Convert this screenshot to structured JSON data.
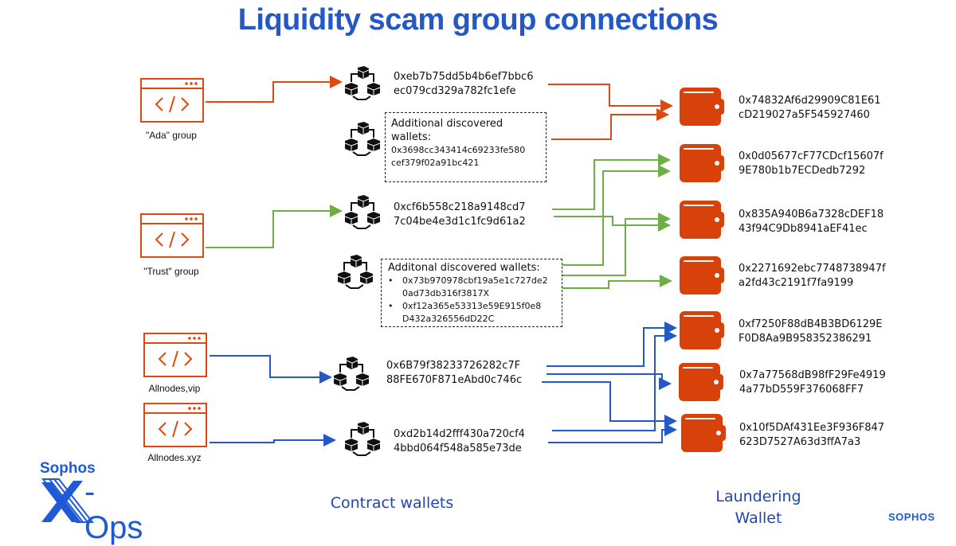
{
  "title": "Liquidity scam group connections",
  "colors": {
    "title": "#2458c6",
    "orange": "#dc4a12",
    "green": "#6fae44",
    "blue": "#2458c6",
    "wallet": "#d9410a",
    "contract_icon": "#111111"
  },
  "sources": [
    {
      "label": "\"Ada\" group",
      "icon": "code-window-icon"
    },
    {
      "label": "\"Trust\" group",
      "icon": "code-window-icon"
    },
    {
      "label": "Allnodes,vip",
      "icon": "code-window-icon"
    },
    {
      "label": "Allnodes.xyz",
      "icon": "code-window-icon"
    }
  ],
  "contracts": [
    {
      "line1": "0xeb7b75dd5b4b6ef7bbc6",
      "line2": "ec079cd329a782fc1efe",
      "icon": "blockchain-icon"
    },
    {
      "icon": "blockchain-icon"
    },
    {
      "line1": "0xcf6b558c218a9148cd7",
      "line2": "7c04be4e3d1c1fc9d61a2",
      "icon": "blockchain-icon"
    },
    {
      "icon": "blockchain-icon"
    },
    {
      "line1": "0x6B79f38233726282c7F",
      "line2": "88FE670F871eAbd0c746c",
      "icon": "blockchain-icon"
    },
    {
      "line1": "0xd2b14d2fff430a720cf4",
      "line2": "4bbd064f548a585e73de",
      "icon": "blockchain-icon"
    }
  ],
  "ada_box": {
    "heading1": "Additional discovered",
    "heading2": "wallets:",
    "addr1": "0x3698cc343414c69233fe580",
    "addr2": "cef379f02a91bc421"
  },
  "trust_box": {
    "heading": "Additonal discovered wallets:",
    "bullet": "•",
    "items": [
      {
        "line1": "0x73b970978cbf19a5e1c727de2",
        "line2": "0ad73db316f3817X"
      },
      {
        "line1": "0xf12a365e53313e59E915f0e8",
        "line2": "D432a326556dD22C"
      }
    ]
  },
  "laundering_wallets": [
    {
      "line1": "0x74832Af6d29909C81E61",
      "line2": "cD219027a5F545927460",
      "icon": "wallet-icon"
    },
    {
      "line1": "0x0d05677cF77CDcf15607f",
      "line2": "9E780b1b7ECDedb7292",
      "icon": "wallet-icon"
    },
    {
      "line1": "0x835A940B6a7328cDEF18",
      "line2": "43f94C9Db8941aEF41ec",
      "icon": "wallet-icon"
    },
    {
      "line1": "0x2271692ebc7748738947f",
      "line2": "a2fd43c2191f7fa9199",
      "icon": "wallet-icon"
    },
    {
      "line1": "0xf7250F88dB4B3BD6129E",
      "line2": "F0D8Aa9B958352386291",
      "icon": "wallet-icon"
    },
    {
      "line1": "0x7a77568dB98fF29Fe4919",
      "line2": "4a77bD559F376068FF7",
      "icon": "wallet-icon"
    },
    {
      "line1": "0x10f5DAf431Ee3F936F847",
      "line2": "623D7527A63d3ffA7a3",
      "icon": "wallet-icon"
    }
  ],
  "column_labels": {
    "contracts": "Contract wallets",
    "laundering1": "Laundering",
    "laundering2": "Wallet"
  },
  "logo": {
    "top": "Sophos",
    "x": "X",
    "ops": "-Ops",
    "brand": "SOPHOS"
  },
  "links": [
    {
      "from": "ada-group",
      "to": "contract-1",
      "color": "orange"
    },
    {
      "from": "contract-1",
      "to": "wallet-1",
      "color": "orange"
    },
    {
      "from": "ada-additional",
      "to": "wallet-1",
      "color": "orange"
    },
    {
      "from": "trust-group",
      "to": "contract-3",
      "color": "green"
    },
    {
      "from": "contract-3",
      "to": "wallet-2",
      "color": "green"
    },
    {
      "from": "contract-3",
      "to": "wallet-3",
      "color": "green"
    },
    {
      "from": "trust-additional",
      "to": "wallet-2",
      "color": "green"
    },
    {
      "from": "trust-additional",
      "to": "wallet-3",
      "color": "green"
    },
    {
      "from": "trust-additional",
      "to": "wallet-4",
      "color": "green"
    },
    {
      "from": "allnodes-vip",
      "to": "contract-5",
      "color": "blue"
    },
    {
      "from": "allnodes-xyz",
      "to": "contract-6",
      "color": "blue"
    },
    {
      "from": "contract-5",
      "to": "wallet-5",
      "color": "blue"
    },
    {
      "from": "contract-5",
      "to": "wallet-6",
      "color": "blue"
    },
    {
      "from": "contract-5",
      "to": "wallet-7",
      "color": "blue"
    },
    {
      "from": "contract-6",
      "to": "wallet-5",
      "color": "blue"
    },
    {
      "from": "contract-6",
      "to": "wallet-7",
      "color": "blue"
    }
  ]
}
